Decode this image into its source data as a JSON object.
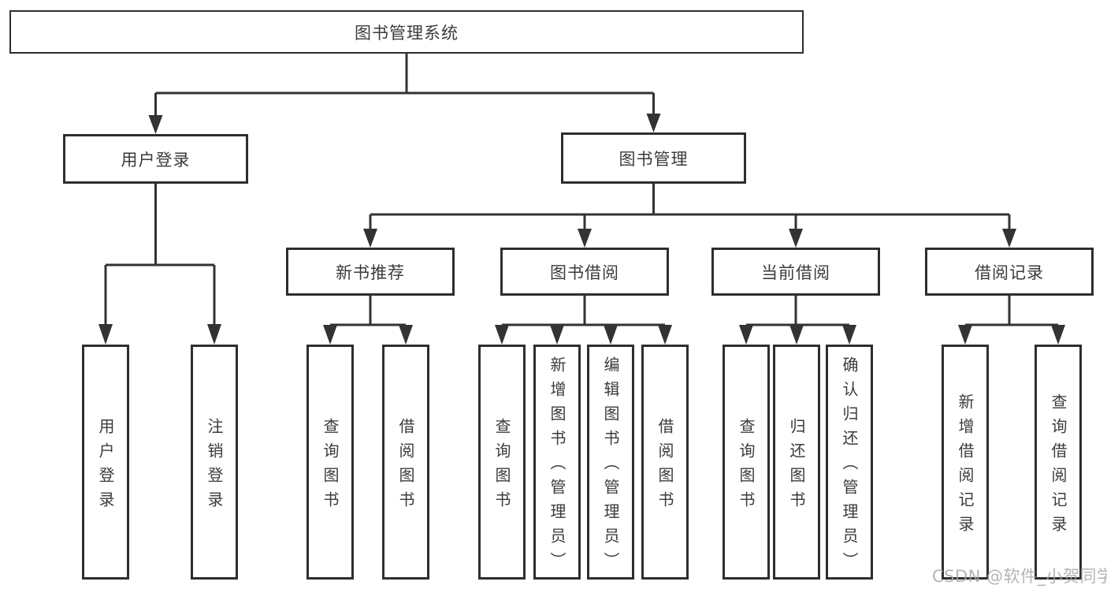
{
  "diagram": {
    "type": "hierarchy-tree",
    "title": "图书管理系统",
    "colors": {
      "line": "#333333",
      "box_border": "#2e2e2e",
      "box_fill": "#ffffff",
      "text": "#3b3b3b",
      "watermark": "#a8a8a8",
      "background": "#ffffff"
    },
    "root": {
      "label": "图书管理系统",
      "children": [
        {
          "label": "用户登录",
          "children": [
            {
              "label": "用户登录"
            },
            {
              "label": "注销登录"
            }
          ]
        },
        {
          "label": "图书管理",
          "children": [
            {
              "label": "新书推荐",
              "children": [
                {
                  "label": "查询图书"
                },
                {
                  "label": "借阅图书"
                }
              ]
            },
            {
              "label": "图书借阅",
              "children": [
                {
                  "label": "查询图书"
                },
                {
                  "label": "新增图书（管理员）"
                },
                {
                  "label": "编辑图书（管理员）"
                },
                {
                  "label": "借阅图书"
                }
              ]
            },
            {
              "label": "当前借阅",
              "children": [
                {
                  "label": "查询图书"
                },
                {
                  "label": "归还图书"
                },
                {
                  "label": "确认归还（管理员）"
                }
              ]
            },
            {
              "label": "借阅记录",
              "children": [
                {
                  "label": "新增借阅记录"
                },
                {
                  "label": "查询借阅记录"
                }
              ]
            }
          ]
        }
      ]
    },
    "watermark": "CSDN @软件_小贺同学"
  }
}
